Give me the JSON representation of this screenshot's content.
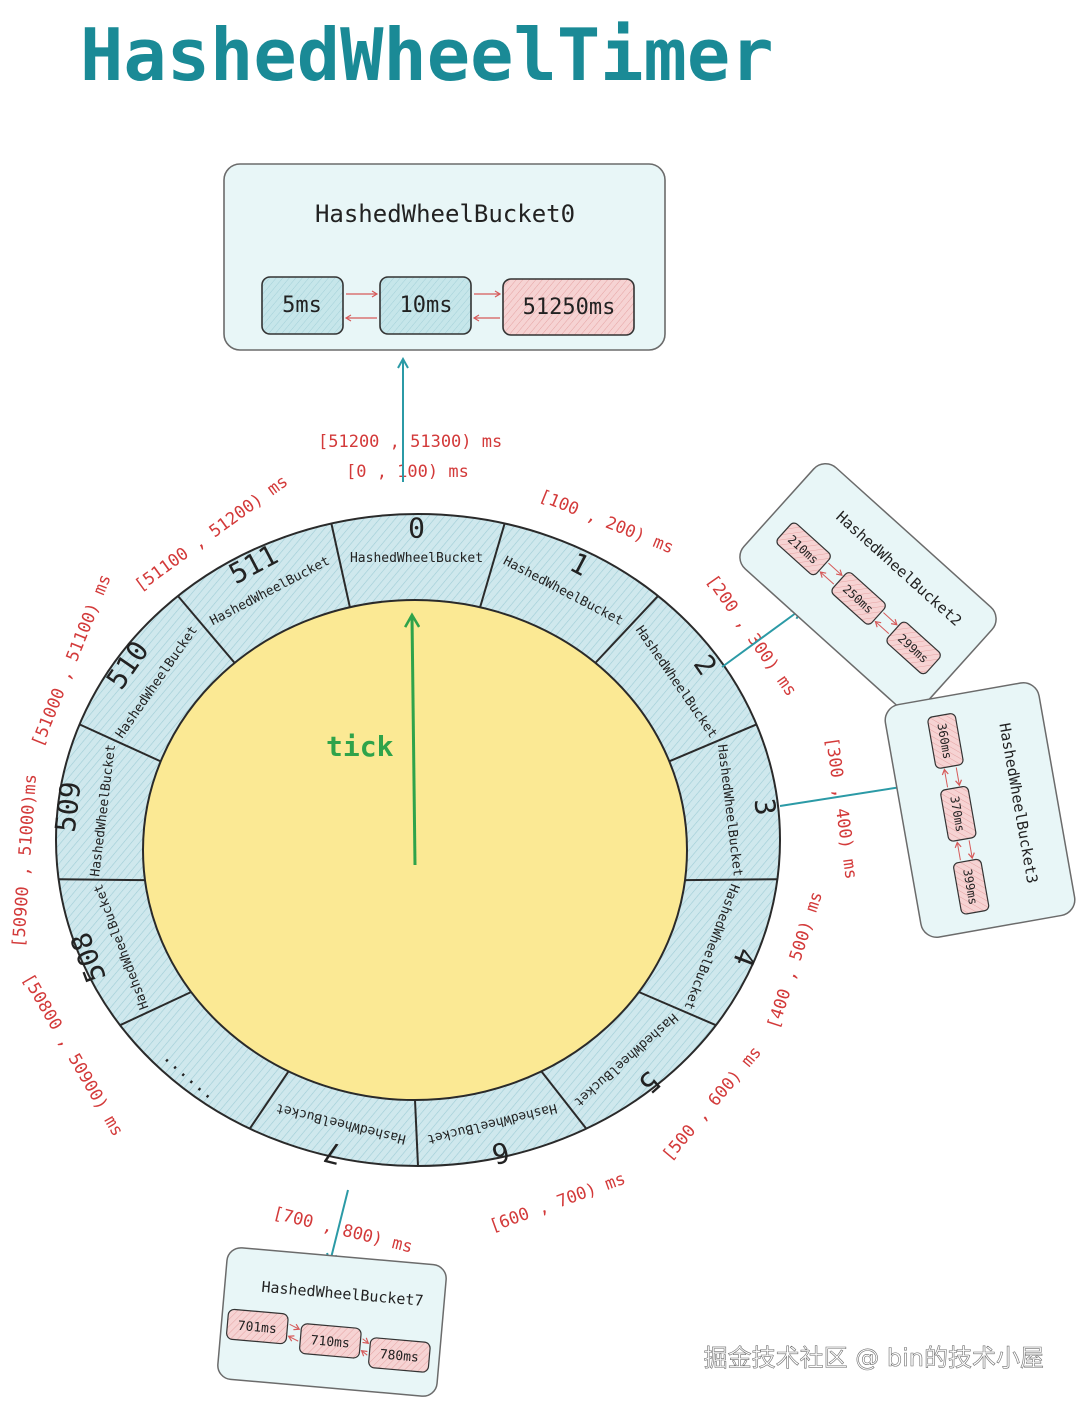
{
  "title": "HashedWheelTimer",
  "tick_label": "tick",
  "colors": {
    "title": "#1a8a96",
    "ring_fill": "#cfe8ed",
    "inner_fill": "#fbe994",
    "bucket_fill": "#dff2f4",
    "node_blue": "#bfe3e8",
    "node_red": "#f4c9c9",
    "range_red": "#d33a3a",
    "arrow_teal": "#2b9aa6",
    "tick_green": "#2fa34a"
  },
  "slots": [
    {
      "index": "0",
      "label": "HashedWheelBucket"
    },
    {
      "index": "1",
      "label": "HashedWheelBucket"
    },
    {
      "index": "2",
      "label": "HashedWheelBucket"
    },
    {
      "index": "3",
      "label": "HashedWheelBucket"
    },
    {
      "index": "4",
      "label": "HashedWheelBucket"
    },
    {
      "index": "5",
      "label": "HashedWheelBucket"
    },
    {
      "index": "6",
      "label": "HashedWheelBucket"
    },
    {
      "index": "7",
      "label": "HashedWheelBucket"
    },
    {
      "index": "......",
      "label": ""
    },
    {
      "index": "508",
      "label": "HashedWheelBucket"
    },
    {
      "index": "509",
      "label": "HashedWheelBucket"
    },
    {
      "index": "510",
      "label": "HashedWheelBucket"
    },
    {
      "index": "511",
      "label": "HashedWheelBucket"
    }
  ],
  "ranges": [
    "[51200 , 51300) ms",
    "[0 , 100) ms",
    "[100 , 200) ms",
    "[200 , 300) ms",
    "[300 , 400) ms",
    "[400 , 500) ms",
    "[500 , 600) ms",
    "[600 , 700) ms",
    "[700 , 800) ms",
    "[50800 , 50900) ms",
    "[50900 , 51000)ms",
    "[51000 , 51100) ms",
    "[51100 , 51200) ms"
  ],
  "buckets": {
    "b0": {
      "title": "HashedWheelBucket0",
      "items": [
        "5ms",
        "10ms",
        "51250ms"
      ]
    },
    "b2": {
      "title": "HashedWheelBucket2",
      "items": [
        "210ms",
        "250ms",
        "299ms"
      ]
    },
    "b3": {
      "title": "HashedWheelBucket3",
      "items": [
        "360ms",
        "370ms",
        "399ms"
      ]
    },
    "b7": {
      "title": "HashedWheelBucket7",
      "items": [
        "701ms",
        "710ms",
        "780ms"
      ]
    }
  },
  "watermark": "掘金技术社区 @ bin的技术小屋"
}
